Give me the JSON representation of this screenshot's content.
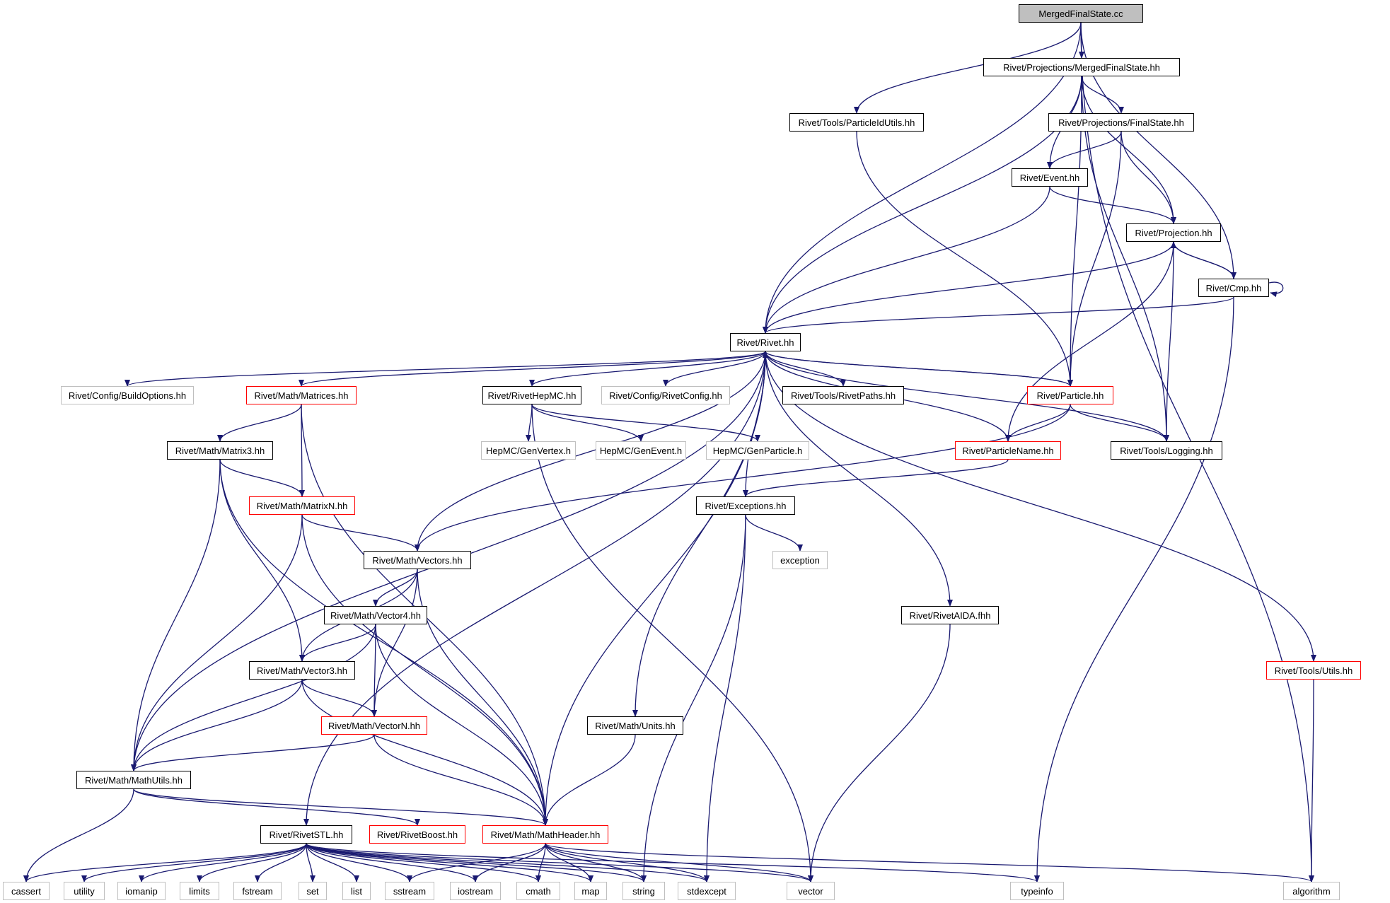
{
  "colors": {
    "edge": "#191970",
    "node_border": "#000000",
    "truncated_border": "#ff0000",
    "external_border": "#bfbfbf",
    "root_fill": "#bfbfbf"
  },
  "nodes": [
    {
      "id": "mfs_cc",
      "label": "MergedFinalState.cc",
      "kind": "root"
    },
    {
      "id": "mfs_hh",
      "label": "Rivet/Projections/MergedFinalState.hh",
      "kind": "doc"
    },
    {
      "id": "pidutils",
      "label": "Rivet/Tools/ParticleIdUtils.hh",
      "kind": "doc"
    },
    {
      "id": "finalstate",
      "label": "Rivet/Projections/FinalState.hh",
      "kind": "doc"
    },
    {
      "id": "event",
      "label": "Rivet/Event.hh",
      "kind": "doc"
    },
    {
      "id": "projection",
      "label": "Rivet/Projection.hh",
      "kind": "truncated"
    },
    {
      "id": "cmp",
      "label": "Rivet/Cmp.hh",
      "kind": "doc"
    },
    {
      "id": "rivet",
      "label": "Rivet/Rivet.hh",
      "kind": "doc"
    },
    {
      "id": "buildopts",
      "label": "Rivet/Config/BuildOptions.hh",
      "kind": "external"
    },
    {
      "id": "matrices",
      "label": "Rivet/Math/Matrices.hh",
      "kind": "truncated"
    },
    {
      "id": "hepmc",
      "label": "Rivet/RivetHepMC.hh",
      "kind": "doc"
    },
    {
      "id": "rivetconfig",
      "label": "Rivet/Config/RivetConfig.hh",
      "kind": "external"
    },
    {
      "id": "paths",
      "label": "Rivet/Tools/RivetPaths.hh",
      "kind": "doc"
    },
    {
      "id": "particle",
      "label": "Rivet/Particle.hh",
      "kind": "truncated"
    },
    {
      "id": "genvertex",
      "label": "HepMC/GenVertex.h",
      "kind": "external"
    },
    {
      "id": "genevent",
      "label": "HepMC/GenEvent.h",
      "kind": "external"
    },
    {
      "id": "genparticle",
      "label": "HepMC/GenParticle.h",
      "kind": "external"
    },
    {
      "id": "matrix3",
      "label": "Rivet/Math/Matrix3.hh",
      "kind": "doc"
    },
    {
      "id": "particlename",
      "label": "Rivet/ParticleName.hh",
      "kind": "truncated"
    },
    {
      "id": "logging",
      "label": "Rivet/Tools/Logging.hh",
      "kind": "doc"
    },
    {
      "id": "matrixn",
      "label": "Rivet/Math/MatrixN.hh",
      "kind": "truncated"
    },
    {
      "id": "exceptions",
      "label": "Rivet/Exceptions.hh",
      "kind": "doc"
    },
    {
      "id": "vectors",
      "label": "Rivet/Math/Vectors.hh",
      "kind": "doc"
    },
    {
      "id": "exception",
      "label": "exception",
      "kind": "external"
    },
    {
      "id": "vector4",
      "label": "Rivet/Math/Vector4.hh",
      "kind": "doc"
    },
    {
      "id": "aida",
      "label": "Rivet/RivetAIDA.fhh",
      "kind": "doc"
    },
    {
      "id": "vector3",
      "label": "Rivet/Math/Vector3.hh",
      "kind": "doc"
    },
    {
      "id": "utils",
      "label": "Rivet/Tools/Utils.hh",
      "kind": "truncated"
    },
    {
      "id": "vectorn",
      "label": "Rivet/Math/VectorN.hh",
      "kind": "truncated"
    },
    {
      "id": "units",
      "label": "Rivet/Math/Units.hh",
      "kind": "doc"
    },
    {
      "id": "mathutils",
      "label": "Rivet/Math/MathUtils.hh",
      "kind": "doc"
    },
    {
      "id": "stl",
      "label": "Rivet/RivetSTL.hh",
      "kind": "doc"
    },
    {
      "id": "boost",
      "label": "Rivet/RivetBoost.hh",
      "kind": "truncated"
    },
    {
      "id": "mathheader",
      "label": "Rivet/Math/MathHeader.hh",
      "kind": "truncated"
    },
    {
      "id": "cassert",
      "label": "cassert",
      "kind": "external"
    },
    {
      "id": "utility",
      "label": "utility",
      "kind": "external"
    },
    {
      "id": "iomanip",
      "label": "iomanip",
      "kind": "external"
    },
    {
      "id": "limits",
      "label": "limits",
      "kind": "external"
    },
    {
      "id": "fstream",
      "label": "fstream",
      "kind": "external"
    },
    {
      "id": "set",
      "label": "set",
      "kind": "external"
    },
    {
      "id": "list",
      "label": "list",
      "kind": "external"
    },
    {
      "id": "sstream",
      "label": "sstream",
      "kind": "external"
    },
    {
      "id": "iostream",
      "label": "iostream",
      "kind": "external"
    },
    {
      "id": "cmath",
      "label": "cmath",
      "kind": "external"
    },
    {
      "id": "map",
      "label": "map",
      "kind": "external"
    },
    {
      "id": "string",
      "label": "string",
      "kind": "external"
    },
    {
      "id": "stdexcept",
      "label": "stdexcept",
      "kind": "external"
    },
    {
      "id": "vector",
      "label": "vector",
      "kind": "external"
    },
    {
      "id": "typeinfo",
      "label": "typeinfo",
      "kind": "external"
    },
    {
      "id": "algorithm",
      "label": "algorithm",
      "kind": "external"
    }
  ],
  "edges": [
    [
      "mfs_cc",
      "mfs_hh"
    ],
    [
      "mfs_cc",
      "pidutils"
    ],
    [
      "mfs_cc",
      "rivet"
    ],
    [
      "mfs_cc",
      "cmp"
    ],
    [
      "mfs_cc",
      "algorithm"
    ],
    [
      "mfs_hh",
      "rivet"
    ],
    [
      "mfs_hh",
      "finalstate"
    ],
    [
      "mfs_hh",
      "event"
    ],
    [
      "mfs_hh",
      "projection"
    ],
    [
      "mfs_hh",
      "particle"
    ],
    [
      "mfs_hh",
      "logging"
    ],
    [
      "pidutils",
      "particle"
    ],
    [
      "finalstate",
      "event"
    ],
    [
      "finalstate",
      "projection"
    ],
    [
      "finalstate",
      "particle"
    ],
    [
      "event",
      "rivet"
    ],
    [
      "event",
      "projection"
    ],
    [
      "projection",
      "rivet"
    ],
    [
      "projection",
      "cmp"
    ],
    [
      "projection",
      "particlename"
    ],
    [
      "projection",
      "logging"
    ],
    [
      "cmp",
      "projection"
    ],
    [
      "cmp",
      "rivet"
    ],
    [
      "cmp",
      "cmp"
    ],
    [
      "cmp",
      "typeinfo"
    ],
    [
      "rivet",
      "buildopts"
    ],
    [
      "rivet",
      "matrices"
    ],
    [
      "rivet",
      "hepmc"
    ],
    [
      "rivet",
      "rivetconfig"
    ],
    [
      "rivet",
      "paths"
    ],
    [
      "rivet",
      "particle"
    ],
    [
      "rivet",
      "particlename"
    ],
    [
      "rivet",
      "exceptions"
    ],
    [
      "rivet",
      "vectors"
    ],
    [
      "rivet",
      "mathutils"
    ],
    [
      "rivet",
      "stl"
    ],
    [
      "rivet",
      "units"
    ],
    [
      "rivet",
      "aida"
    ],
    [
      "rivet",
      "utils"
    ],
    [
      "rivet",
      "mathheader"
    ],
    [
      "particle",
      "rivet"
    ],
    [
      "particle",
      "particlename"
    ],
    [
      "particle",
      "logging"
    ],
    [
      "particle",
      "vectors"
    ],
    [
      "logging",
      "rivet"
    ],
    [
      "hepmc",
      "genvertex"
    ],
    [
      "hepmc",
      "genevent"
    ],
    [
      "hepmc",
      "genparticle"
    ],
    [
      "hepmc",
      "vector"
    ],
    [
      "matrices",
      "matrix3"
    ],
    [
      "matrices",
      "matrixn"
    ],
    [
      "matrices",
      "mathheader"
    ],
    [
      "matrix3",
      "matrixn"
    ],
    [
      "matrix3",
      "vector3"
    ],
    [
      "matrix3",
      "mathutils"
    ],
    [
      "matrix3",
      "mathheader"
    ],
    [
      "matrixn",
      "vectors"
    ],
    [
      "matrixn",
      "mathutils"
    ],
    [
      "matrixn",
      "mathheader"
    ],
    [
      "particlename",
      "exceptions"
    ],
    [
      "exceptions",
      "exception"
    ],
    [
      "exceptions",
      "string"
    ],
    [
      "exceptions",
      "stdexcept"
    ],
    [
      "vectors",
      "vector4"
    ],
    [
      "vectors",
      "vector3"
    ],
    [
      "vectors",
      "vectorn"
    ],
    [
      "vectors",
      "mathheader"
    ],
    [
      "vector4",
      "vector3"
    ],
    [
      "vector4",
      "vectorn"
    ],
    [
      "vector4",
      "mathutils"
    ],
    [
      "vector4",
      "mathheader"
    ],
    [
      "vector3",
      "vectorn"
    ],
    [
      "vector3",
      "mathutils"
    ],
    [
      "vector3",
      "mathheader"
    ],
    [
      "vectorn",
      "mathutils"
    ],
    [
      "vectorn",
      "mathheader"
    ],
    [
      "units",
      "mathheader"
    ],
    [
      "aida",
      "vector"
    ],
    [
      "utils",
      "algorithm"
    ],
    [
      "mathutils",
      "cassert"
    ],
    [
      "mathutils",
      "boost"
    ],
    [
      "mathutils",
      "mathheader"
    ],
    [
      "mathheader",
      "sstream"
    ],
    [
      "mathheader",
      "iostream"
    ],
    [
      "mathheader",
      "cmath"
    ],
    [
      "mathheader",
      "map"
    ],
    [
      "mathheader",
      "string"
    ],
    [
      "mathheader",
      "stdexcept"
    ],
    [
      "mathheader",
      "vector"
    ],
    [
      "mathheader",
      "algorithm"
    ],
    [
      "stl",
      "cassert"
    ],
    [
      "stl",
      "utility"
    ],
    [
      "stl",
      "iomanip"
    ],
    [
      "stl",
      "limits"
    ],
    [
      "stl",
      "fstream"
    ],
    [
      "stl",
      "set"
    ],
    [
      "stl",
      "list"
    ],
    [
      "stl",
      "sstream"
    ],
    [
      "stl",
      "iostream"
    ],
    [
      "stl",
      "cmath"
    ],
    [
      "stl",
      "map"
    ],
    [
      "stl",
      "string"
    ],
    [
      "stl",
      "stdexcept"
    ],
    [
      "stl",
      "vector"
    ],
    [
      "stl",
      "typeinfo"
    ]
  ]
}
